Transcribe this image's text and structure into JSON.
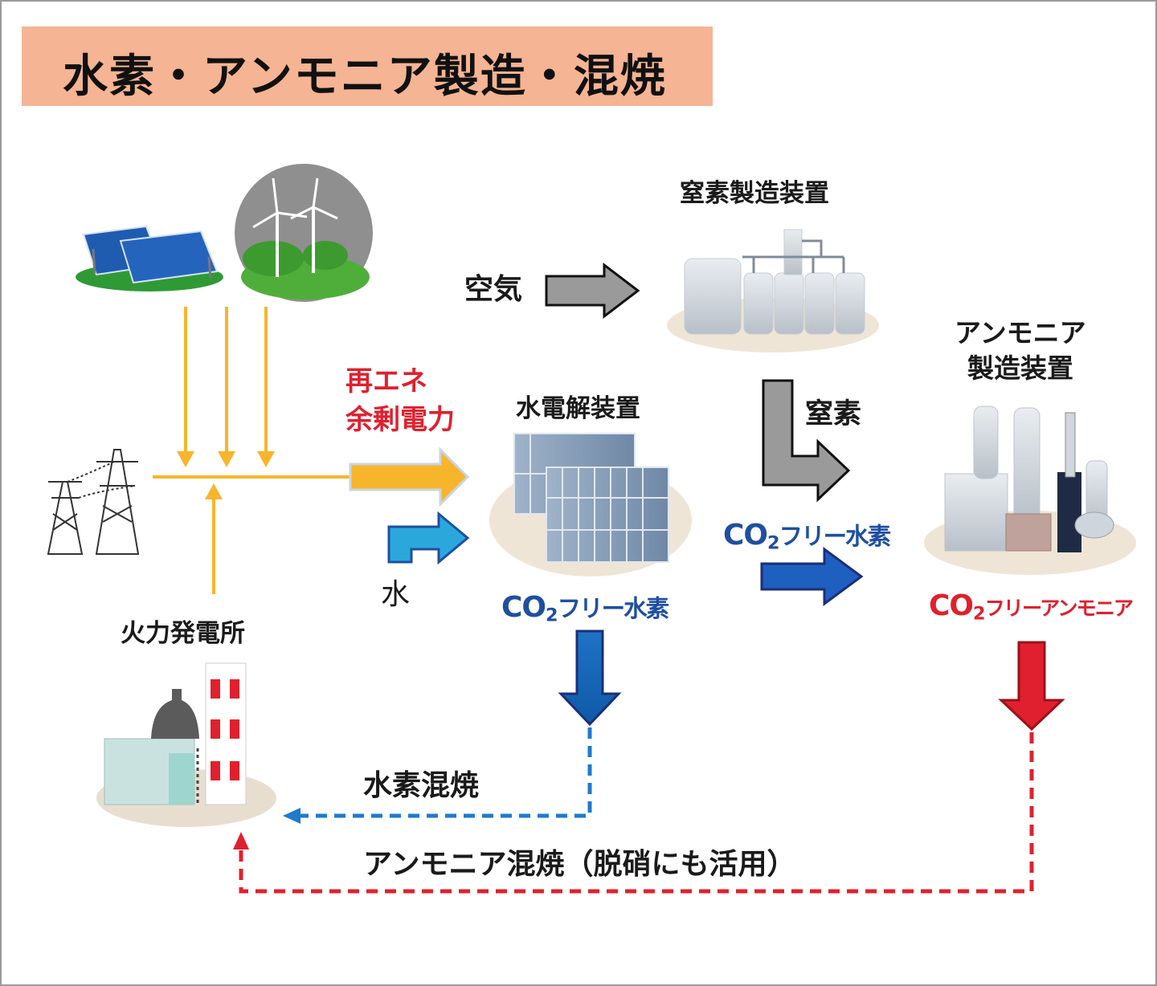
{
  "title": "水素・アンモニア製造・混焼",
  "labels": {
    "nitrogen_plant": "窒素製造装置",
    "air": "空気",
    "renewable_surplus_line1": "再エネ",
    "renewable_surplus_line2": "余剰電力",
    "electrolyzer": "水電解装置",
    "water": "水",
    "nitrogen": "窒素",
    "ammonia_plant_line1": "アンモニア",
    "ammonia_plant_line2": "製造装置",
    "thermal_plant": "火力発電所",
    "hydrogen_cofiring": "水素混焼",
    "ammonia_cofiring": "アンモニア混焼（脱硝にも活用）"
  },
  "co2free_h2_1": {
    "prefix": "CO",
    "sub": "2",
    "suffix": "フリー水素"
  },
  "co2free_h2_2": {
    "prefix": "CO",
    "sub": "2",
    "suffix": "フリー水素"
  },
  "co2free_nh3": {
    "prefix": "CO",
    "sub": "2",
    "suffix": "フリーアンモニア"
  },
  "colors": {
    "title_bg": "#f5b493",
    "power_line": "#f7b52c",
    "hydrogen_blue": "#1f4fa0",
    "ammonia_red": "#e0202e",
    "gray_arrow": "#9a9a9a"
  }
}
